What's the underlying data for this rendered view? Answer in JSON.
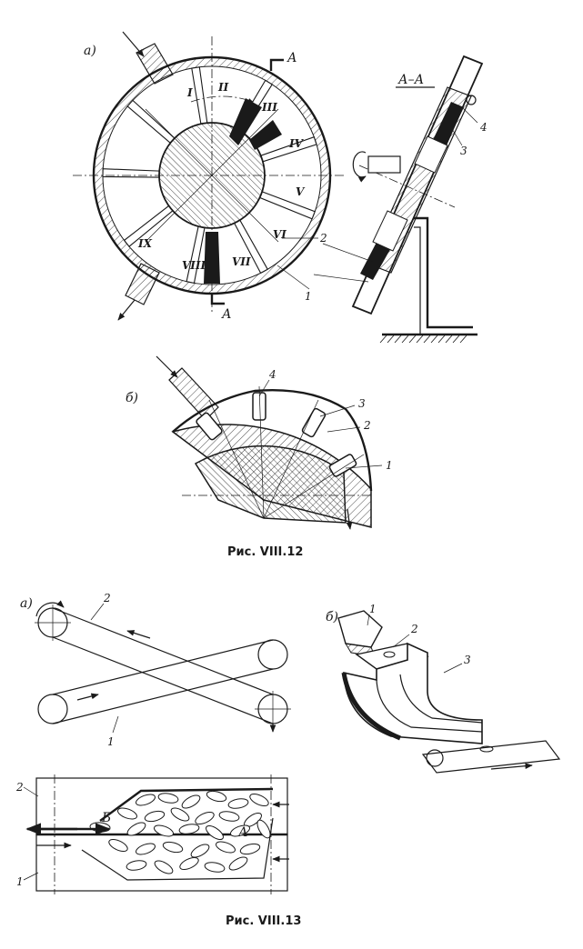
{
  "fig12": {
    "caption": "Рис. VIII.12",
    "panel_a": "а)",
    "panel_b": "б)",
    "section_title": "А–А",
    "section_mark": "А",
    "roman": [
      "I",
      "II",
      "III",
      "IV",
      "V",
      "VI",
      "VII",
      "VIII",
      "IX"
    ],
    "callouts_a": [
      "2",
      "1"
    ],
    "callouts_section": [
      "4",
      "3"
    ],
    "callouts_b": [
      "4",
      "3",
      "2",
      "1"
    ]
  },
  "fig13": {
    "caption": "Рис. VIII.13",
    "panel_a": "а)",
    "panel_b": "б)",
    "callouts_a": [
      "2",
      "1"
    ],
    "callouts_plan": [
      "2",
      "1"
    ],
    "points": [
      "Б",
      "А"
    ],
    "callouts_b": [
      "1",
      "2",
      "3"
    ]
  }
}
